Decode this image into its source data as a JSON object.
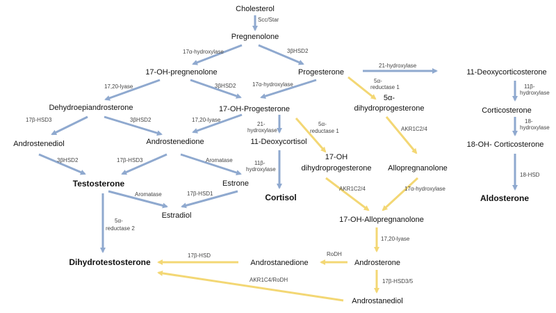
{
  "colors": {
    "blue_arrow": "#8fa9cf",
    "yellow_arrow": "#f3d774",
    "text": "#111111",
    "enzyme_text": "#444444"
  },
  "nodes": {
    "cholesterol": "Cholesterol",
    "pregnenolone": "Pregnenolone",
    "oh17_pregnenolone": "17-OH-pregnenolone",
    "progesterone": "Progesterone",
    "deoxycorticosterone": "11-Deoxycorticosterone",
    "dhea": "Dehydroepiandrosterone",
    "oh17_progesterone": "17-OH-Progesterone",
    "dihydroprogesterone_1": "5α-",
    "dihydroprogesterone_2": "dihydroprogesterone",
    "corticosterone": "Corticosterone",
    "androstenediol": "Androstenediol",
    "androstenedione": "Androstenedione",
    "deoxycortisol": "11-Deoxycortisol",
    "oh17_dihydroprogesterone_1": "17-OH",
    "oh17_dihydroprogesterone_2": "dihydroprogesterone",
    "allopregnanolone": "Allopregnanolone",
    "oh18_corticosterone": "18-OH- Corticosterone",
    "testosterone": "Testosterone",
    "estrone": "Estrone",
    "cortisol": "Cortisol",
    "aldosterone": "Aldosterone",
    "estradiol": "Estradiol",
    "oh17_allopregnanolone": "17-OH-Allopregnanolone",
    "dht": "Dihydrotestosterone",
    "androstanedione": "Androstanedione",
    "androsterone": "Androsterone",
    "androstanediol": "Androstanediol"
  },
  "enzymes": {
    "scc_star": "Scc/Star",
    "hydroxylase17a_1": "17α-hydroxylase",
    "hsd3b_1": "3βHSD2",
    "hydroxylase21_top": "21-hydroxylase",
    "reductase5a_1a": "5α-",
    "reductase5a_1b": "reductase 1",
    "lyase1720_1": "17,20-lyase",
    "hsd3b_2": "3βHSD2",
    "hydroxylase17a_2": "17α-hydroxylase",
    "hydroxylase11b_1a": "11β-",
    "hydroxylase11b_1b": "hydroxylase",
    "hsd17b3_1": "17β-HSD3",
    "hsd3b_3": "3βHSD2",
    "lyase1720_2": "17,20-lyase",
    "hydroxylase21_a": "21-",
    "hydroxylase21_b": "hydroxylase",
    "reductase5a_2a": "5α-",
    "reductase5a_2b": "reductase 1",
    "akr1c2_1": "AKR1C2/4",
    "hydroxylase18_a": "18-",
    "hydroxylase18_b": "hydroxylase",
    "hsd3b_4": "3βHSD2",
    "hsd17b3_2": "17β-HSD3",
    "aromatase_1": "Aromatase",
    "hydroxylase11b_2a": "11β-",
    "hydroxylase11b_2b": "hydroxylase",
    "hsd18": "18-HSD",
    "aromatase_2": "Aromatase",
    "hsd17b1": "17β-HSD1",
    "akr1c2_2": "AKR1C2/4",
    "hydroxylase17a_3": "17α-hydroxylase",
    "reductase5a_3a": "5α-",
    "reductase5a_3b": "reductase 2",
    "lyase1720_3": "17,20-lyase",
    "hsd17b_dht": "17β-HSD",
    "rodh": "RoDH",
    "akr1c4": "AKR1C4/RoDH",
    "hsd17b35": "17β-HSD3/5"
  }
}
